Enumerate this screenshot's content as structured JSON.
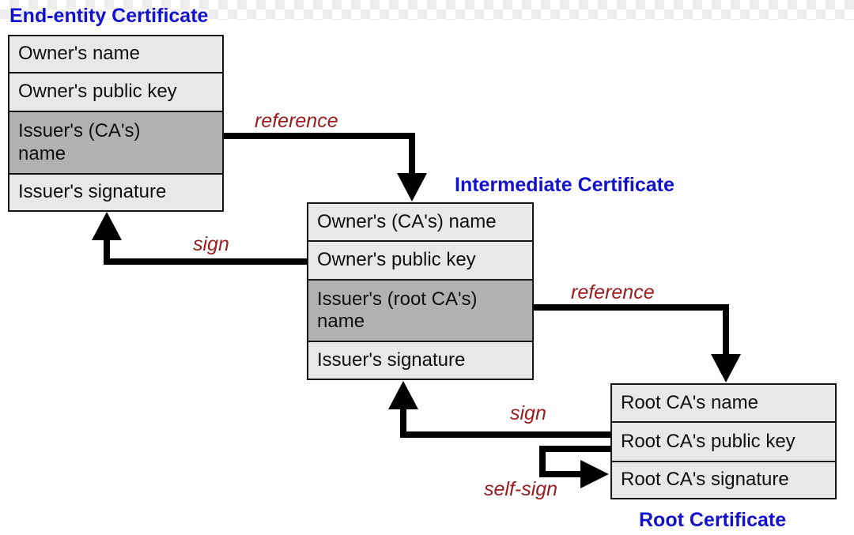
{
  "diagram": {
    "type": "certificate-chain-of-trust",
    "certificates": [
      {
        "id": "end-entity",
        "title": "End-entity Certificate",
        "rows": [
          {
            "label": "Owner's name",
            "highlight": false
          },
          {
            "label": "Owner's public key",
            "highlight": false
          },
          {
            "label": "Issuer's (CA's)\nname",
            "highlight": true
          },
          {
            "label": "Issuer's signature",
            "highlight": false
          }
        ]
      },
      {
        "id": "intermediate",
        "title": "Intermediate Certificate",
        "rows": [
          {
            "label": "Owner's (CA's) name",
            "highlight": false
          },
          {
            "label": "Owner's public key",
            "highlight": false
          },
          {
            "label": "Issuer's (root CA's)\nname",
            "highlight": true
          },
          {
            "label": "Issuer's signature",
            "highlight": false
          }
        ]
      },
      {
        "id": "root",
        "title": "Root Certificate",
        "rows": [
          {
            "label": "Root CA's name",
            "highlight": false
          },
          {
            "label": "Root CA's public key",
            "highlight": false
          },
          {
            "label": "Root CA's signature",
            "highlight": false
          }
        ]
      }
    ],
    "arrows": [
      {
        "label": "reference",
        "from": "end-entity",
        "to": "intermediate"
      },
      {
        "label": "sign",
        "from": "intermediate",
        "to": "end-entity"
      },
      {
        "label": "reference",
        "from": "intermediate",
        "to": "root"
      },
      {
        "label": "sign",
        "from": "root",
        "to": "intermediate"
      },
      {
        "label": "self-sign",
        "from": "root",
        "to": "root"
      }
    ],
    "colors": {
      "title": "#1212cc",
      "label": "#9a1c1c",
      "line": "#000000",
      "border": "#161616",
      "rowLight": "#e8e8e8",
      "rowDark": "#b1b1b1"
    }
  }
}
